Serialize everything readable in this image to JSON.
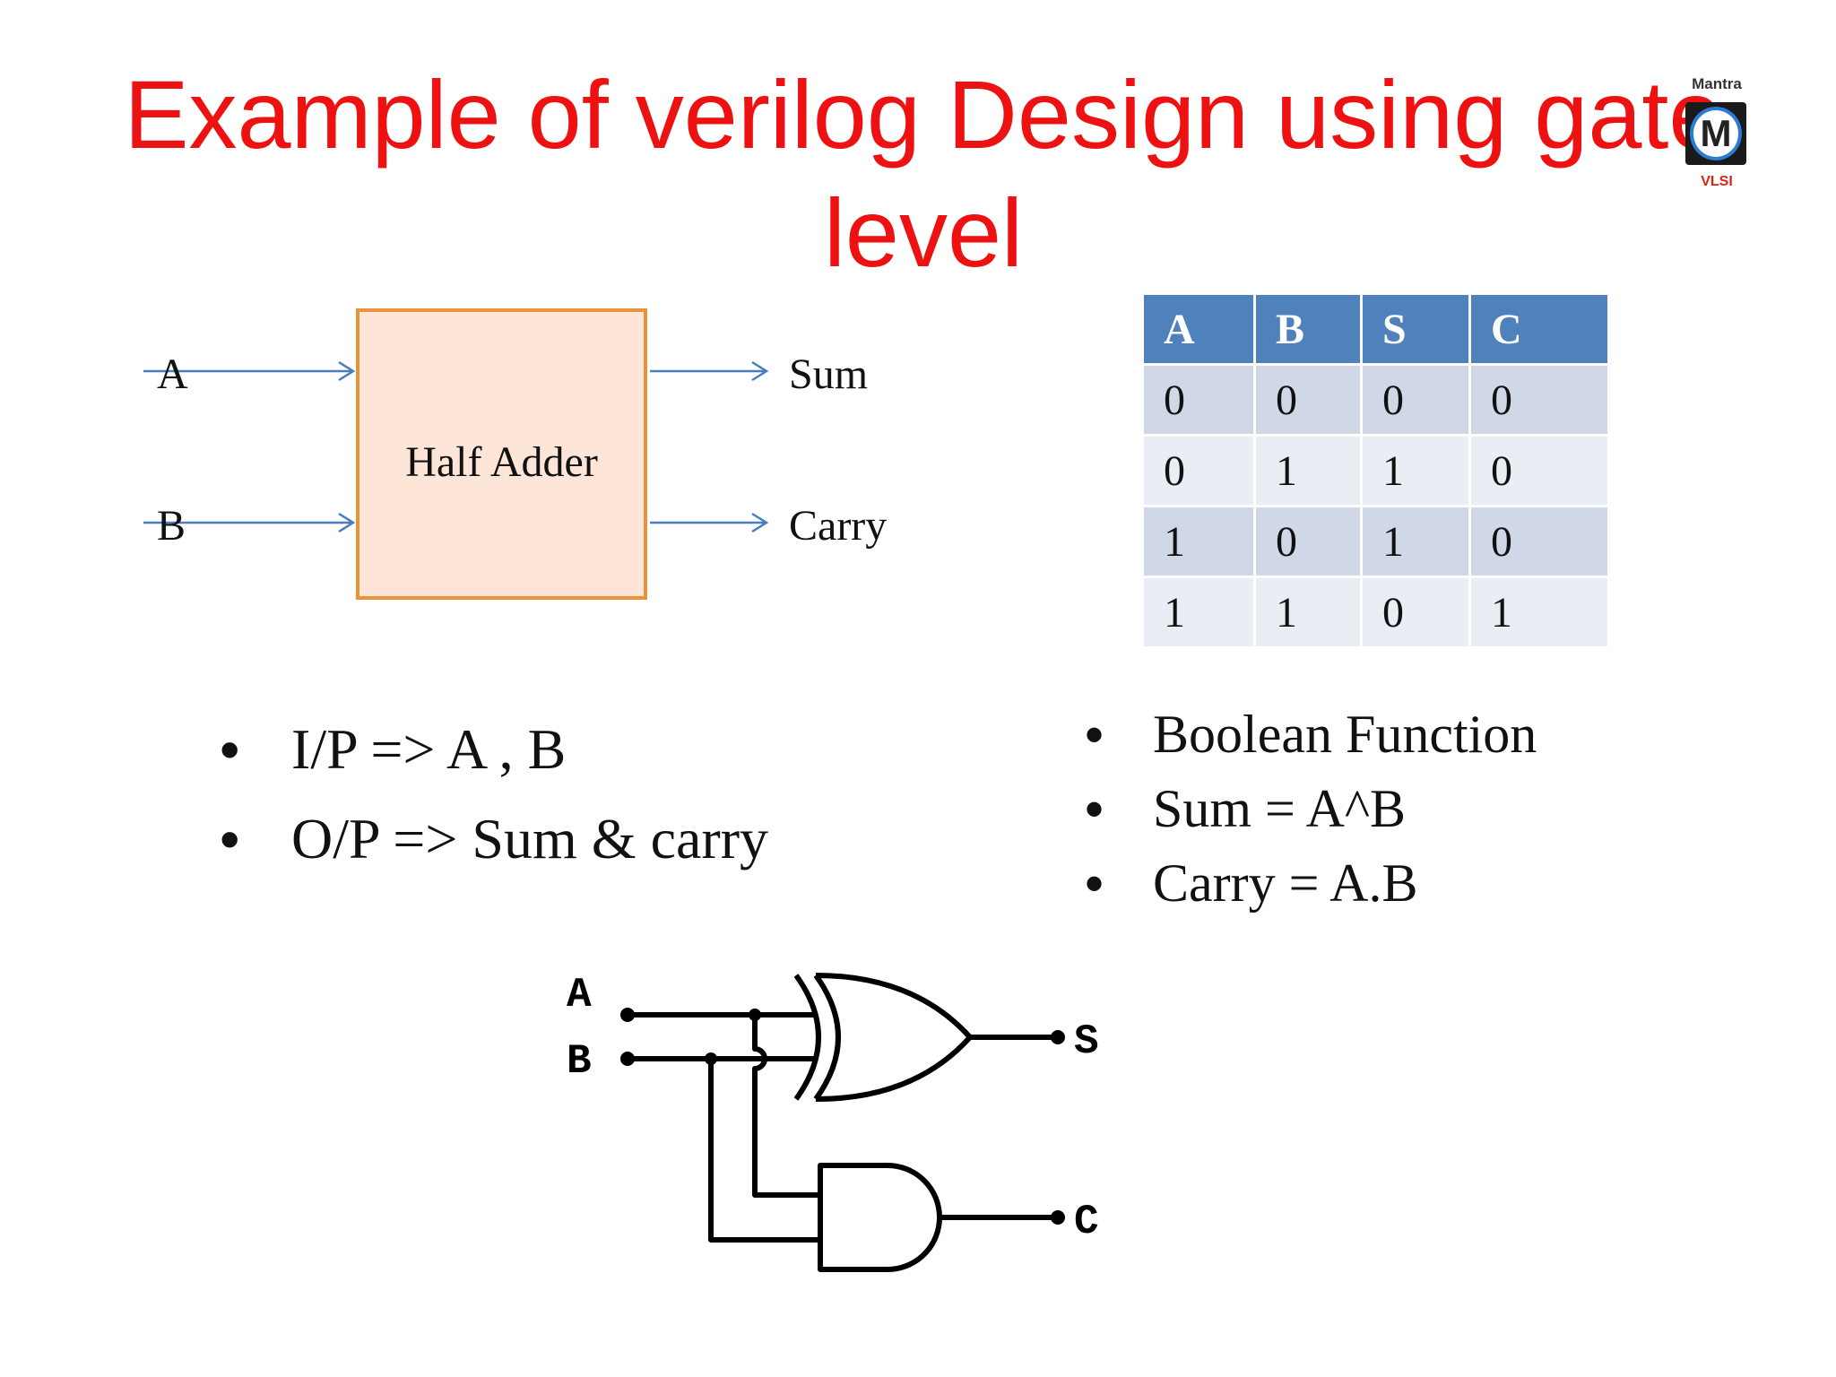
{
  "title": "Example of verilog Design using gate level",
  "logo": {
    "top_text": "Mantra",
    "letter": "M",
    "bottom_text": "VLSI"
  },
  "block_diagram": {
    "box_label": "Half Adder",
    "inputs": [
      "A",
      "B"
    ],
    "outputs": [
      "Sum",
      "Carry"
    ]
  },
  "truth_table": {
    "headers": [
      "A",
      "B",
      "S",
      "C"
    ],
    "rows": [
      [
        "0",
        "0",
        "0",
        "0"
      ],
      [
        "0",
        "1",
        "1",
        "0"
      ],
      [
        "1",
        "0",
        "1",
        "0"
      ],
      [
        "1",
        "1",
        "0",
        "1"
      ]
    ]
  },
  "left_bullets": [
    "I/P => A , B",
    "O/P => Sum & carry"
  ],
  "right_bullets": [
    "Boolean Function",
    "Sum  = A^B",
    "Carry = A.B"
  ],
  "gate_diagram": {
    "inputs": [
      "A",
      "B"
    ],
    "outputs": [
      "S",
      "C"
    ]
  },
  "colors": {
    "title": "#ee1111",
    "box_fill": "#fde6d8",
    "box_border": "#e8943a",
    "arrow": "#4a7ebb",
    "table_header": "#4f81bd",
    "table_row_dark": "#d0d8e8",
    "table_row_light": "#e9edf4"
  }
}
